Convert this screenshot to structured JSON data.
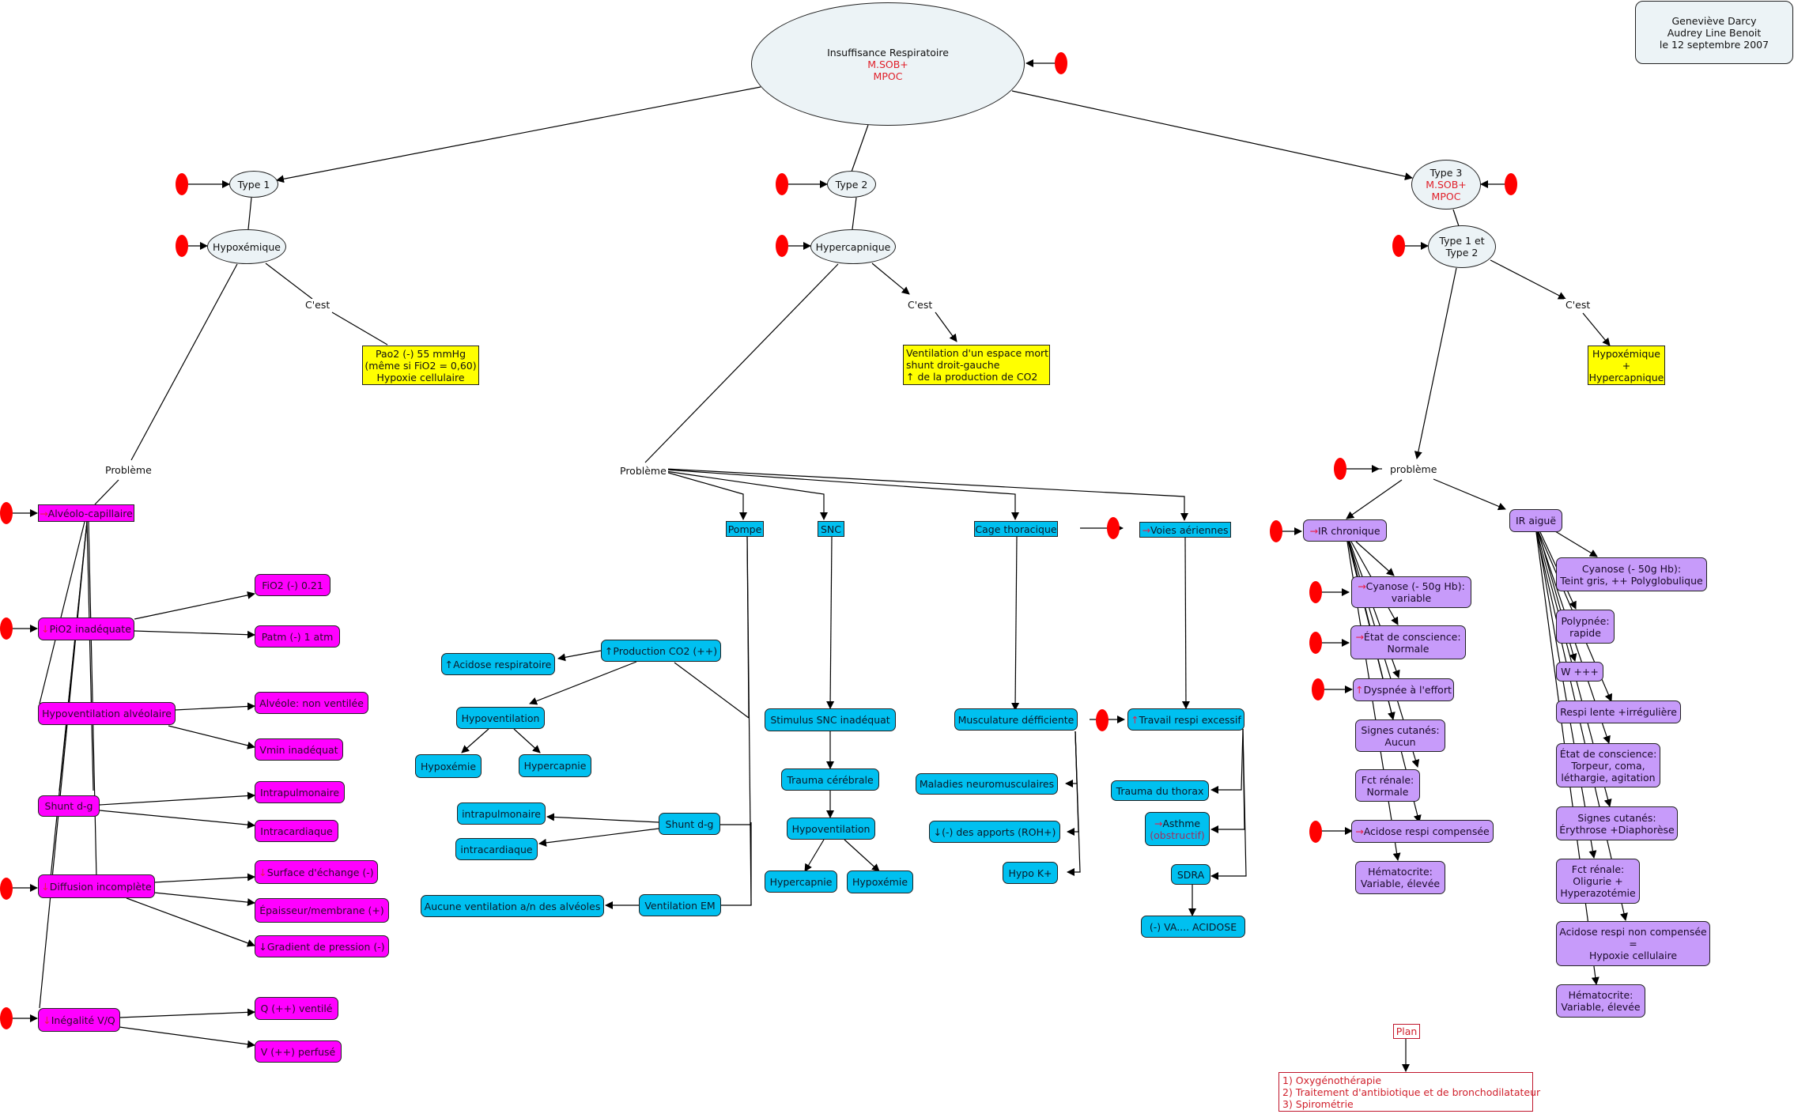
{
  "info_box": {
    "author1": "Geneviève Darcy",
    "author2": "Audrey Line Benoit",
    "date": "le 12 septembre 2007"
  },
  "root": {
    "title": "Insuffisance Respiratoire",
    "sub1": "M.SOB+",
    "sub2": "MPOC"
  },
  "types": {
    "type1": "Type 1",
    "type2": "Type 2",
    "type3": {
      "title": "Type 3",
      "sub1": "M.SOB+",
      "sub2": "MPOC"
    }
  },
  "subtypes": {
    "hypoxemique": "Hypoxémique",
    "hypercapnique": "Hypercapnique",
    "type1et2_l1": "Type 1 et",
    "type1et2_l2": "Type 2"
  },
  "link_labels": {
    "cest": "C'est",
    "probleme": "Problème",
    "probleme_lower": "problème",
    "plan": "Plan"
  },
  "definitions": {
    "type1": [
      "Pao2 (-) 55 mmHg",
      "(même si FiO2 = 0,60)",
      "Hypoxie cellulaire"
    ],
    "type2": [
      "Ventilation d'un espace mort",
      "shunt droit-gauche",
      "↑ de la production de CO2"
    ],
    "type3": [
      "Hypoxémique",
      "+",
      "Hypercapnique"
    ]
  },
  "type1_problems": {
    "alveolo": {
      "prefix": "→",
      "label": "Alvéolo-capillaire"
    },
    "pio2": {
      "prefix": "↓",
      "label": "PiO2 inadéquate"
    },
    "hypovent": "Hypoventilation alvéolaire",
    "shunt": "Shunt d-g",
    "diffusion": {
      "prefix": "↓",
      "label": "Diffusion incomplète"
    },
    "inegalite": {
      "prefix": "↓",
      "label": "Inégalité V/Q"
    },
    "fio2": "FiO2 (-) 0.21",
    "patm": "Patm (-) 1 atm",
    "alveole": "Alvéole: non ventilée",
    "vmin": "Vmin inadéquat",
    "intrapulm": "Intrapulmonaire",
    "intracard": "Intracardiaque",
    "surface": {
      "prefix": "↓",
      "label": "Surface d'échange (-)"
    },
    "epaisseur": "Épaisseur/membrane (+)",
    "gradient": "↓Gradient de pression (-)",
    "q_vent": "Q (++) ventilé",
    "v_perf": "V (++) perfusé"
  },
  "type2_problems": {
    "pompe": "Pompe",
    "snc": "SNC",
    "cage": "Cage thoracique",
    "voies": {
      "prefix": "→",
      "label": "Voies aériennes"
    },
    "prod_co2": "↑Production CO2 (++)",
    "acidose": "↑Acidose respiratoire",
    "hypovent": "Hypoventilation",
    "hypoxemie": "Hypoxémie",
    "hypercapnie": "Hypercapnie",
    "shunt": "Shunt d-g",
    "intrapulm": "intrapulmonaire",
    "intracard": "intracardiaque",
    "vent_em": "Ventilation EM",
    "aucune_vent": "Aucune ventilation a/n des alvéoles",
    "stimulus": "Stimulus SNC inadéquat",
    "trauma_cer": "Trauma cérébrale",
    "hypovent2": "Hypoventilation",
    "hypercapnie2": "Hypercapnie",
    "hypoxemie2": "Hypoxémie",
    "musculature": "Musculature défficiente",
    "maladies": "Maladies neuromusculaires",
    "apports": "↓(-) des apports (ROH+)",
    "hypok": "Hypo K+",
    "travail": {
      "prefix": "↑",
      "label": "Travail respi excessif"
    },
    "trauma_thorax": "Trauma du thorax",
    "asthme": {
      "prefix": "→",
      "label": "Asthme",
      "sub": "(obstructif)"
    },
    "sdra": "SDRA",
    "va_acidose": "(-) VA.... ACIDOSE"
  },
  "type3_chronique": {
    "title": {
      "prefix": "→",
      "label": "IR chronique"
    },
    "cyanose": {
      "prefix": "→",
      "l1": "Cyanose (- 50g Hb):",
      "l2": "variable"
    },
    "conscience": {
      "prefix": "→",
      "l1": "État de conscience:",
      "l2": "Normale"
    },
    "dyspnee": {
      "prefix": "↑",
      "label": "Dyspnée à l'effort"
    },
    "signes": {
      "l1": "Signes cutanés:",
      "l2": "Aucun"
    },
    "renale": {
      "l1": "Fct rénale:",
      "l2": "Normale"
    },
    "acidose": {
      "prefix": "→",
      "label": "Acidose respi compensée"
    },
    "hemato": {
      "l1": "Hématocrite:",
      "l2": "Variable, élevée"
    }
  },
  "type3_aigue": {
    "title": "IR aiguë",
    "cyanose": {
      "l1": "Cyanose (- 50g Hb):",
      "l2": "Teint gris, ++ Polyglobulique"
    },
    "polypnee": {
      "l1": "Polypnée:",
      "l2": "rapide"
    },
    "w": "W +++",
    "respi": "Respi lente +irrégulière",
    "conscience": {
      "l1": "État de conscience:",
      "l2": "Torpeur, coma,",
      "l3": "léthargie, agitation"
    },
    "signes": {
      "l1": "Signes cutanés:",
      "l2": "Érythrose +Diaphorèse"
    },
    "renale": {
      "l1": "Fct rénale:",
      "l2": "Oligurie +",
      "l3": "Hyperazotémie"
    },
    "acidose": {
      "l1": "Acidose respi non compensée",
      "l2": "=",
      "l3": "Hypoxie cellulaire"
    },
    "hemato": {
      "l1": "Hématocrite:",
      "l2": "Variable, élevée"
    }
  },
  "plan": {
    "items": [
      "1) Oxygénothérapie",
      "2) Traitement d'antibiotique et de bronchodilatateur",
      "3) Spirométrie"
    ]
  },
  "colors": {
    "ellipse": "#ecf3f6",
    "definition": "#ffff00",
    "type1_nodes": "#ff00ff",
    "type2_nodes": "#00c0f0",
    "type3_nodes": "#c79bfa",
    "marker": "#ff0000",
    "accent_red": "#e0202a"
  }
}
